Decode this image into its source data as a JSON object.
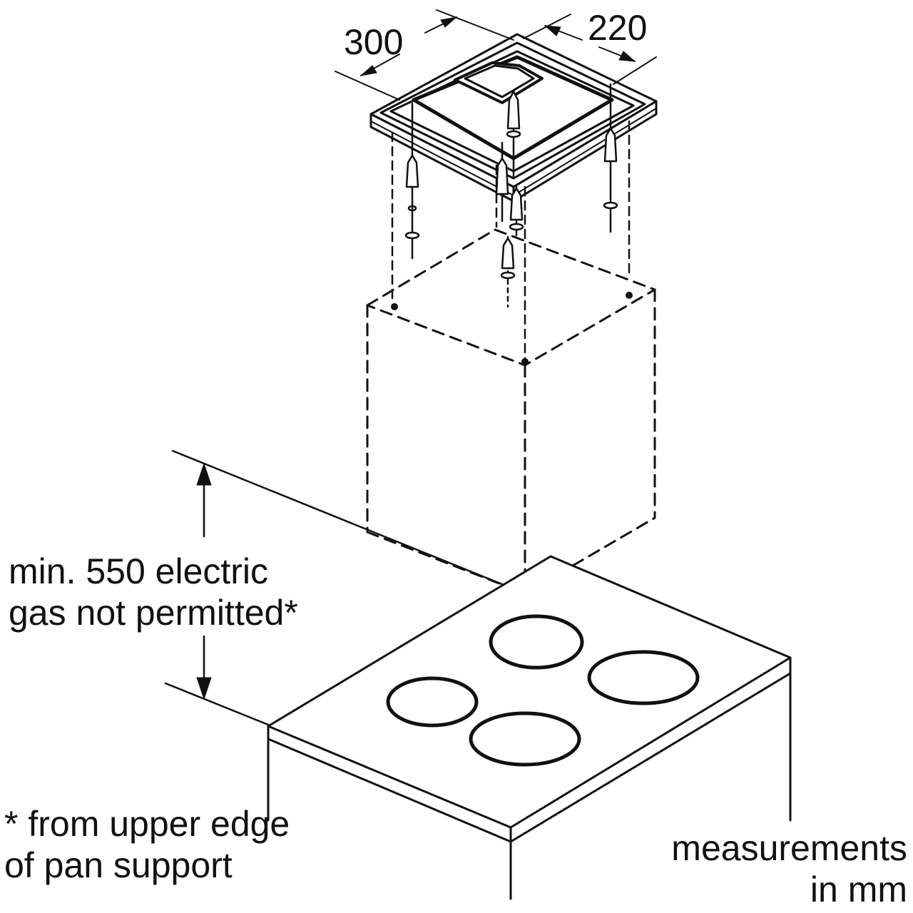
{
  "dimensions": {
    "width": "300",
    "depth": "220"
  },
  "clearance": {
    "line1": "min. 550 electric",
    "line2": "gas not permitted*"
  },
  "footnote": {
    "line1": "* from upper edge",
    "line2": "of pan support"
  },
  "units": {
    "line1": "measurements",
    "line2": "in mm"
  },
  "colors": {
    "ink": "#111111",
    "background": "#ffffff"
  }
}
